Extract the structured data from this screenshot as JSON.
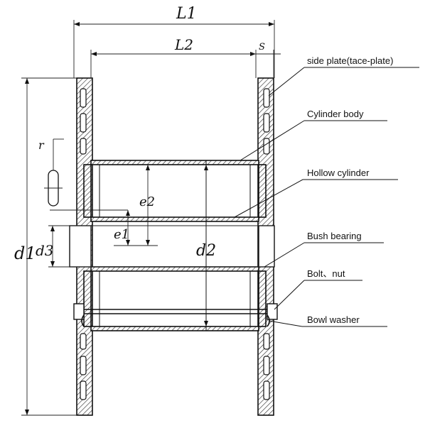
{
  "dimensions": {
    "L1": "L1",
    "L2": "L2",
    "S": "S",
    "d1": "d1",
    "d2": "d2",
    "d3": "d3",
    "e1": "e1",
    "e2": "e2",
    "r": "r"
  },
  "labels": [
    {
      "key": "side_plate",
      "text": "side plate(tace-plate)"
    },
    {
      "key": "cylinder_body",
      "text": "Cylinder body"
    },
    {
      "key": "hollow_cylinder",
      "text": "Hollow cylinder"
    },
    {
      "key": "bush_bearing",
      "text": "Bush bearing"
    },
    {
      "key": "bolt_nut",
      "text": "Bolt、nut"
    },
    {
      "key": "bowl_washer",
      "text": "Bowl washer"
    }
  ]
}
